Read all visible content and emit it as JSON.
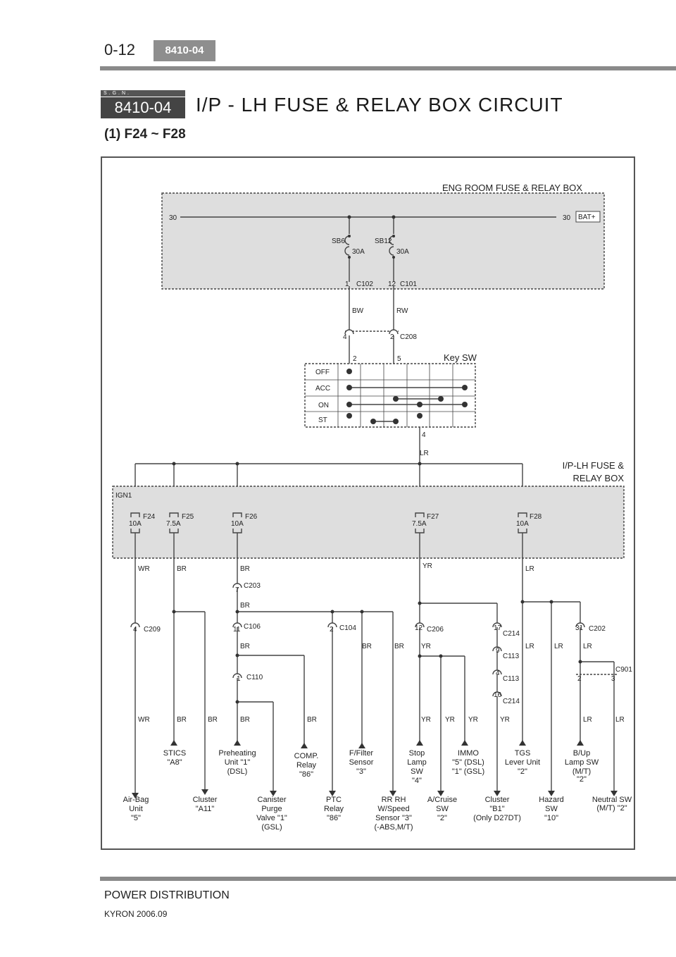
{
  "header": {
    "page_number": "0-12",
    "section_code": "8410-04"
  },
  "title": {
    "logo_text": "S.G.N.",
    "badge": "8410-04",
    "text": "I/P - LH FUSE & RELAY BOX CIRCUIT"
  },
  "subtitle": "(1) F24 ~ F28",
  "eng_box": {
    "label": "ENG ROOM FUSE & RELAY BOX",
    "bus_left": "30",
    "bus_right": "30",
    "bat": "BAT+",
    "sb6": "SB6",
    "sb6_amp": "30A",
    "sb12": "SB12",
    "sb12_amp": "30A",
    "c102_pin": "1",
    "c102": "C102",
    "c101_pin": "12",
    "c101": "C101"
  },
  "wires": {
    "bw": "BW",
    "rw": "RW",
    "lr": "LR",
    "wr": "WR",
    "br": "BR",
    "yr": "YR"
  },
  "c208": {
    "pin_a": "4",
    "pin_b": "2",
    "name": "C208"
  },
  "key_sw": {
    "label": "Key SW",
    "pin_in_a": "2",
    "pin_in_b": "5",
    "pin_out": "4",
    "positions": [
      "OFF",
      "ACC",
      "ON",
      "ST"
    ]
  },
  "ip_box": {
    "label_line1": "I/P-LH FUSE &",
    "label_line2": "RELAY BOX",
    "ign": "IGN1",
    "fuses": [
      {
        "name": "F24",
        "amp": "10A"
      },
      {
        "name": "F25",
        "amp": "7.5A"
      },
      {
        "name": "F26",
        "amp": "10A"
      },
      {
        "name": "F27",
        "amp": "7.5A"
      },
      {
        "name": "F28",
        "amp": "10A"
      }
    ]
  },
  "connectors": {
    "c203": {
      "pin": "7",
      "name": "C203"
    },
    "c209": {
      "pin": "4",
      "name": "C209"
    },
    "c106": {
      "pin": "11",
      "name": "C106"
    },
    "c110": {
      "pin": "1",
      "name": "C110"
    },
    "c104": {
      "pin": "2",
      "name": "C104"
    },
    "c206": {
      "pin": "12",
      "name": "C206"
    },
    "c214a": {
      "pin": "17",
      "name": "C214"
    },
    "c113a": {
      "pin": "9",
      "name": "C113"
    },
    "c113b": {
      "pin": "4",
      "name": "C113"
    },
    "c214b": {
      "pin": "16",
      "name": "C214"
    },
    "c202": {
      "pin": "31",
      "name": "C202"
    },
    "c901": {
      "pin_a": "2",
      "pin_b": "3",
      "name": "C901"
    }
  },
  "components": {
    "airbag": [
      "Air-Bag",
      "Unit",
      "\"5\""
    ],
    "stics": [
      "STICS",
      "\"A8\""
    ],
    "cluster_a11": [
      "Cluster",
      "\"A11\""
    ],
    "preheating": [
      "Preheating",
      "Unit \"1\"",
      "(DSL)"
    ],
    "canister": [
      "Canister",
      "Purge",
      "Valve \"1\"",
      "(GSL)"
    ],
    "comp_relay": [
      "COMP.",
      "Relay",
      "\"86\""
    ],
    "ptc_relay": [
      "PTC",
      "Relay",
      "\"86\""
    ],
    "ffilter": [
      "F/Filter",
      "Sensor",
      "\"3\""
    ],
    "rr_rh": [
      "RR RH",
      "W/Speed",
      "Sensor \"3\"",
      "(-ABS,M/T)"
    ],
    "stop_lamp": [
      "Stop",
      "Lamp",
      "SW",
      "\"4\""
    ],
    "acruise": [
      "A/Cruise",
      "SW",
      "\"2\""
    ],
    "immo": [
      "IMMO",
      "\"5\" (DSL)",
      "\"1\" (GSL)"
    ],
    "cluster_b1": [
      "Cluster",
      "\"B1\"",
      "(Only D27DT)"
    ],
    "tgs": [
      "TGS",
      "Lever Unit",
      "\"2\""
    ],
    "hazard": [
      "Hazard",
      "SW",
      "\"10\""
    ],
    "bup": [
      "B/Up",
      "Lamp SW",
      "(M/T)",
      "\"2\""
    ],
    "neutral": [
      "Neutral SW",
      "(M/T) \"2\""
    ]
  },
  "footer": {
    "title": "POWER DISTRIBUTION",
    "sub": "KYRON 2006.09"
  }
}
